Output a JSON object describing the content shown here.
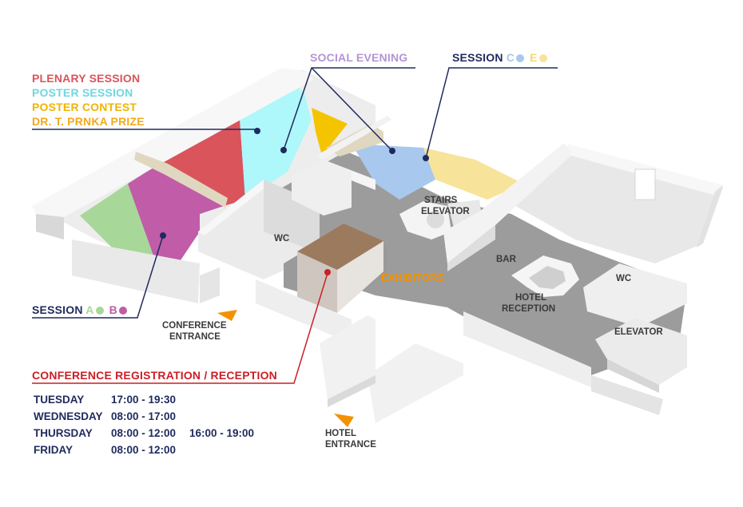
{
  "colors": {
    "plenary": "#d9545b",
    "poster": "#8ee4ea",
    "contest": "#f5c400",
    "prize": "#f0a91c",
    "social": "#b394d6",
    "navy": "#1f2a5e",
    "red": "#cc1f26",
    "orange": "#f39200",
    "session_a": "#a8d79a",
    "session_b": "#c05ca8",
    "session_c": "#a9c8ee",
    "session_e": "#f8e39a"
  },
  "legend": {
    "plenary": "PLENARY SESSION",
    "poster": "POSTER SESSION",
    "contest": "POSTER CONTEST",
    "prize": "DR. T. PRNKA PRIZE"
  },
  "labels": {
    "social_evening": "SOCIAL EVENING",
    "session_ce": {
      "prefix": "SESSION",
      "c": "C",
      "e": "E"
    },
    "session_ab": {
      "prefix": "SESSION",
      "a": "A",
      "b": "B"
    },
    "stairs": "STAIRS",
    "elevator_center": "ELEVATOR",
    "wc_left": "WC",
    "wc_right": "WC",
    "exhibitors": "EXHIBITORS",
    "bar": "BAR",
    "hotel_reception_1": "HOTEL",
    "hotel_reception_2": "RECEPTION",
    "elevator_right": "ELEVATOR",
    "conference_entrance_1": "CONFERENCE",
    "conference_entrance_2": "ENTRANCE",
    "hotel_entrance_1": "HOTEL",
    "hotel_entrance_2": "ENTRANCE"
  },
  "registration": {
    "title": "CONFERENCE REGISTRATION / RECEPTION",
    "schedule": [
      {
        "day": "TUESDAY",
        "times": [
          "17:00 - 19:30"
        ]
      },
      {
        "day": "WEDNESDAY",
        "times": [
          "08:00 - 17:00"
        ]
      },
      {
        "day": "THURSDAY",
        "times": [
          "08:00 - 12:00",
          "16:00 - 19:00"
        ]
      },
      {
        "day": "FRIDAY",
        "times": [
          "08:00 - 12:00"
        ]
      }
    ]
  }
}
